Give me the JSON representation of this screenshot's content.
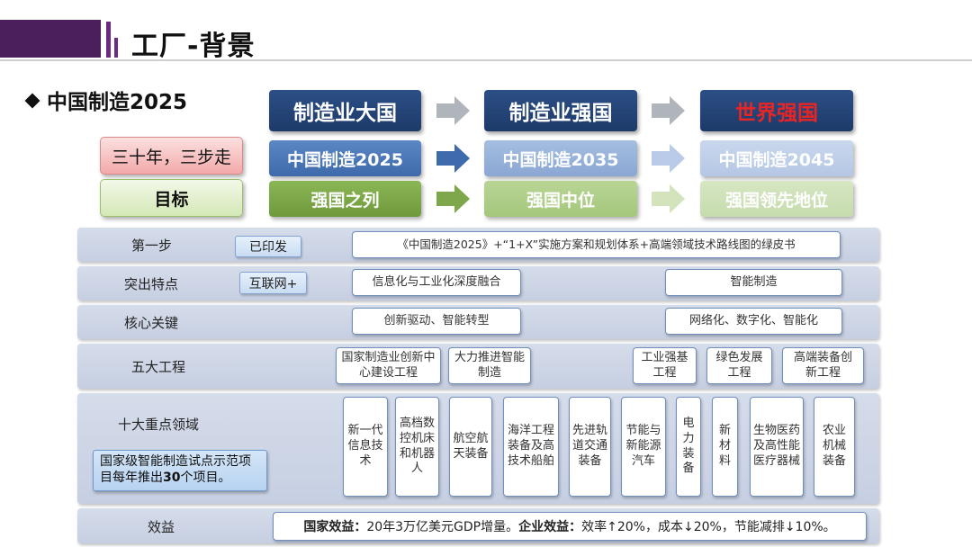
{
  "header": {
    "title": "工厂-背景"
  },
  "subtitle": "中国制造2025",
  "steps_label": "三十年，三步走",
  "goal_label": "目标",
  "columns": [
    {
      "top": "制造业大国",
      "plan": "中国制造2025",
      "goal": "强国之列"
    },
    {
      "top": "制造业强国",
      "plan": "中国制造2035",
      "goal": "强国中位"
    },
    {
      "top": "世界强国",
      "plan": "中国制造2045",
      "goal": "强国领先地位"
    }
  ],
  "rows": {
    "first_step": {
      "label": "第一步",
      "tag": "已印发",
      "text": "《中国制造2025》+“1+X”实施方案和规划体系+高端领域技术路线图的绿皮书"
    },
    "highlights": {
      "label": "突出特点",
      "tag": "互联网+",
      "left": "信息化与工业化深度融合",
      "right": "智能制造"
    },
    "key": {
      "label": "核心关键",
      "left": "创新驱动、智能转型",
      "right": "网络化、数字化、智能化"
    },
    "five_projects": {
      "label": "五大工程",
      "items": [
        "国家制造业创新中心建设工程",
        "大力推进智能制造",
        "工业强基工程",
        "绿色发展工程",
        "高端装备创新工程"
      ]
    },
    "ten_areas": {
      "label": "十大重点领域",
      "note_prefix": "国家级智能制造试点示范项目每年推出",
      "note_count": "30",
      "note_suffix": "个项目。",
      "items": [
        "新一代信息技术",
        "高档数控机床和机器人",
        "航空航天装备",
        "海洋工程装备及高技术船舶",
        "先进轨道交通装备",
        "节能与新能源汽车",
        "电力装备",
        "新材料",
        "生物医药及高性能医疗器械",
        "农业机械装备"
      ]
    },
    "benefit": {
      "label": "效益",
      "national_label": "国家效益：",
      "national_text": "20年3万亿美元GDP增量。",
      "enterprise_label": "企业效益：",
      "enterprise_text": "效率↑20%，成本↓20%，节能减排↓10%。"
    }
  },
  "colors": {
    "header_bar": "#4b1e5c",
    "dark_blue": "#1d3a69",
    "red_accent": "#e82525",
    "row_bg": "#c6cfe2"
  }
}
